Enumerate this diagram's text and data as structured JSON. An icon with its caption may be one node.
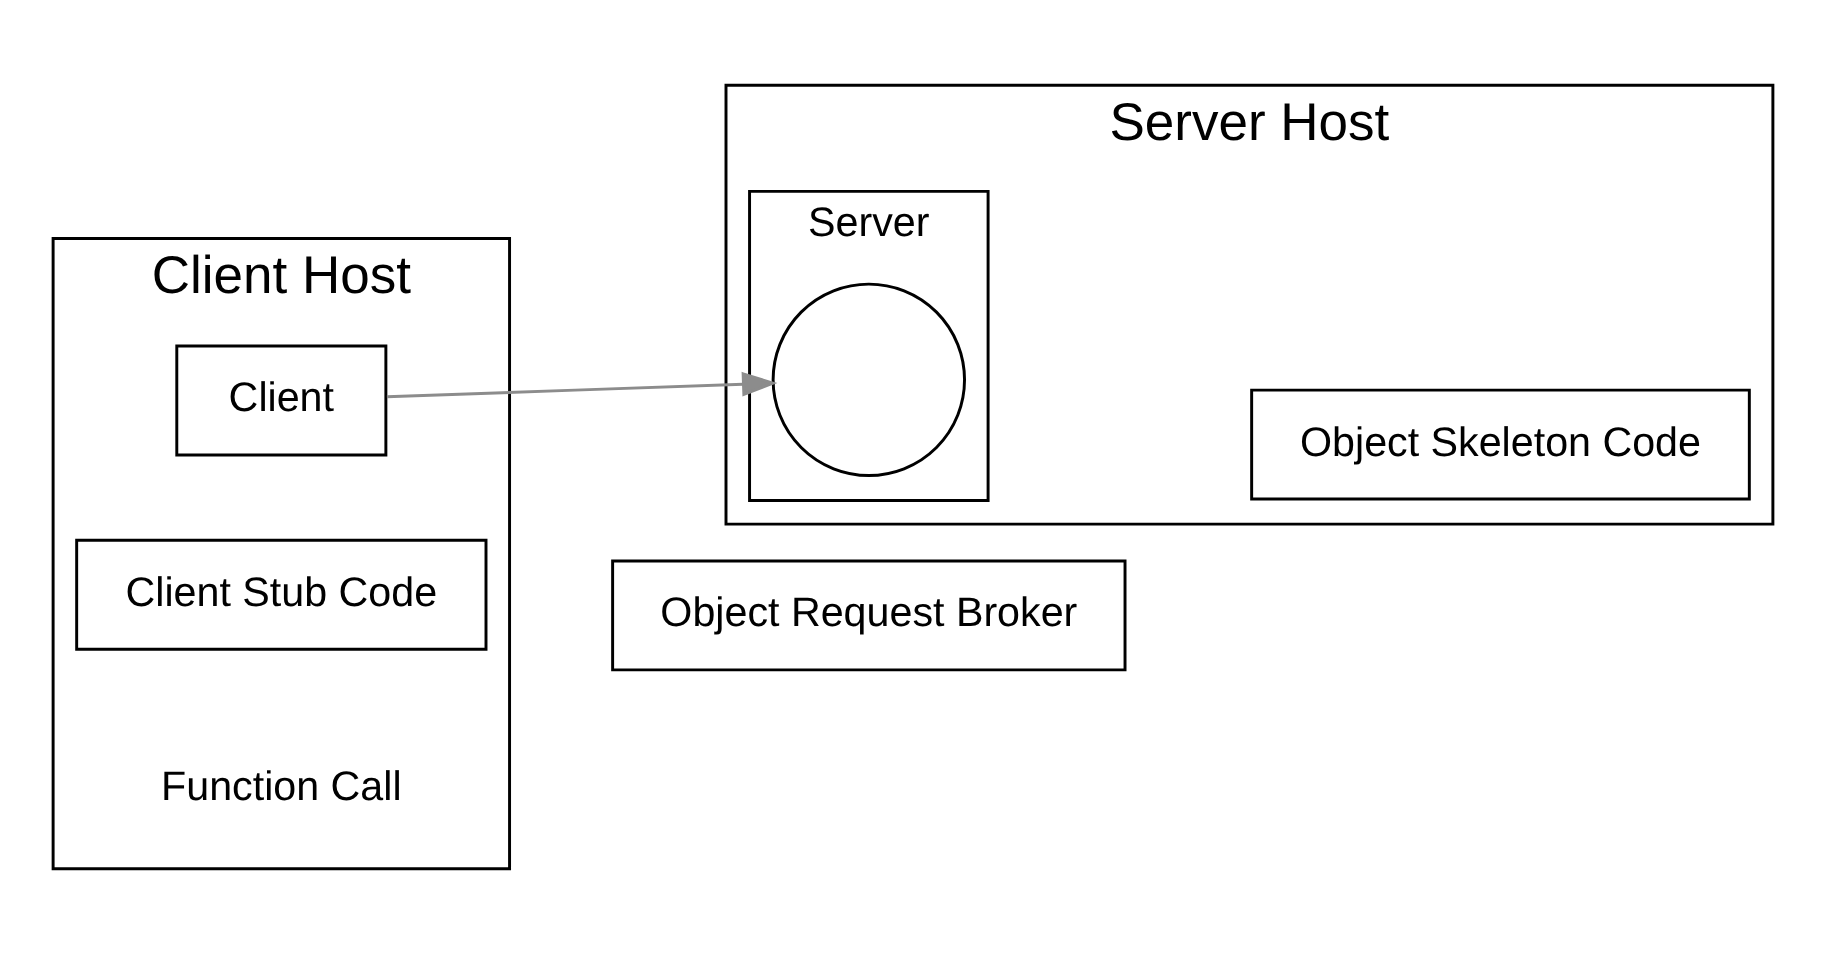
{
  "diagram": {
    "nodes": [
      {
        "text": [
          "Client Host"
        ]
      },
      {
        "text": [
          "Client"
        ],
        "in": 0
      },
      {
        "text": [
          "Client Stub Code"
        ],
        "in": 0
      },
      {
        "text": [
          "Server Host"
        ]
      },
      {
        "text": [
          "Server"
        ],
        "in": 3
      },
      {
        "text": [],
        "shape": "circle",
        "in": 4
      },
      {
        "text": [
          "Object Skeleton Code"
        ],
        "in": 3
      },
      {
        "text": [
          "Object Request Broker"
        ]
      }
    ],
    "edges": [
      {
        "from": 1,
        "to": 5,
        "arrow": "to",
        "color": "#8c8c8c"
      }
    ],
    "labels": [
      "Function Call"
    ]
  }
}
